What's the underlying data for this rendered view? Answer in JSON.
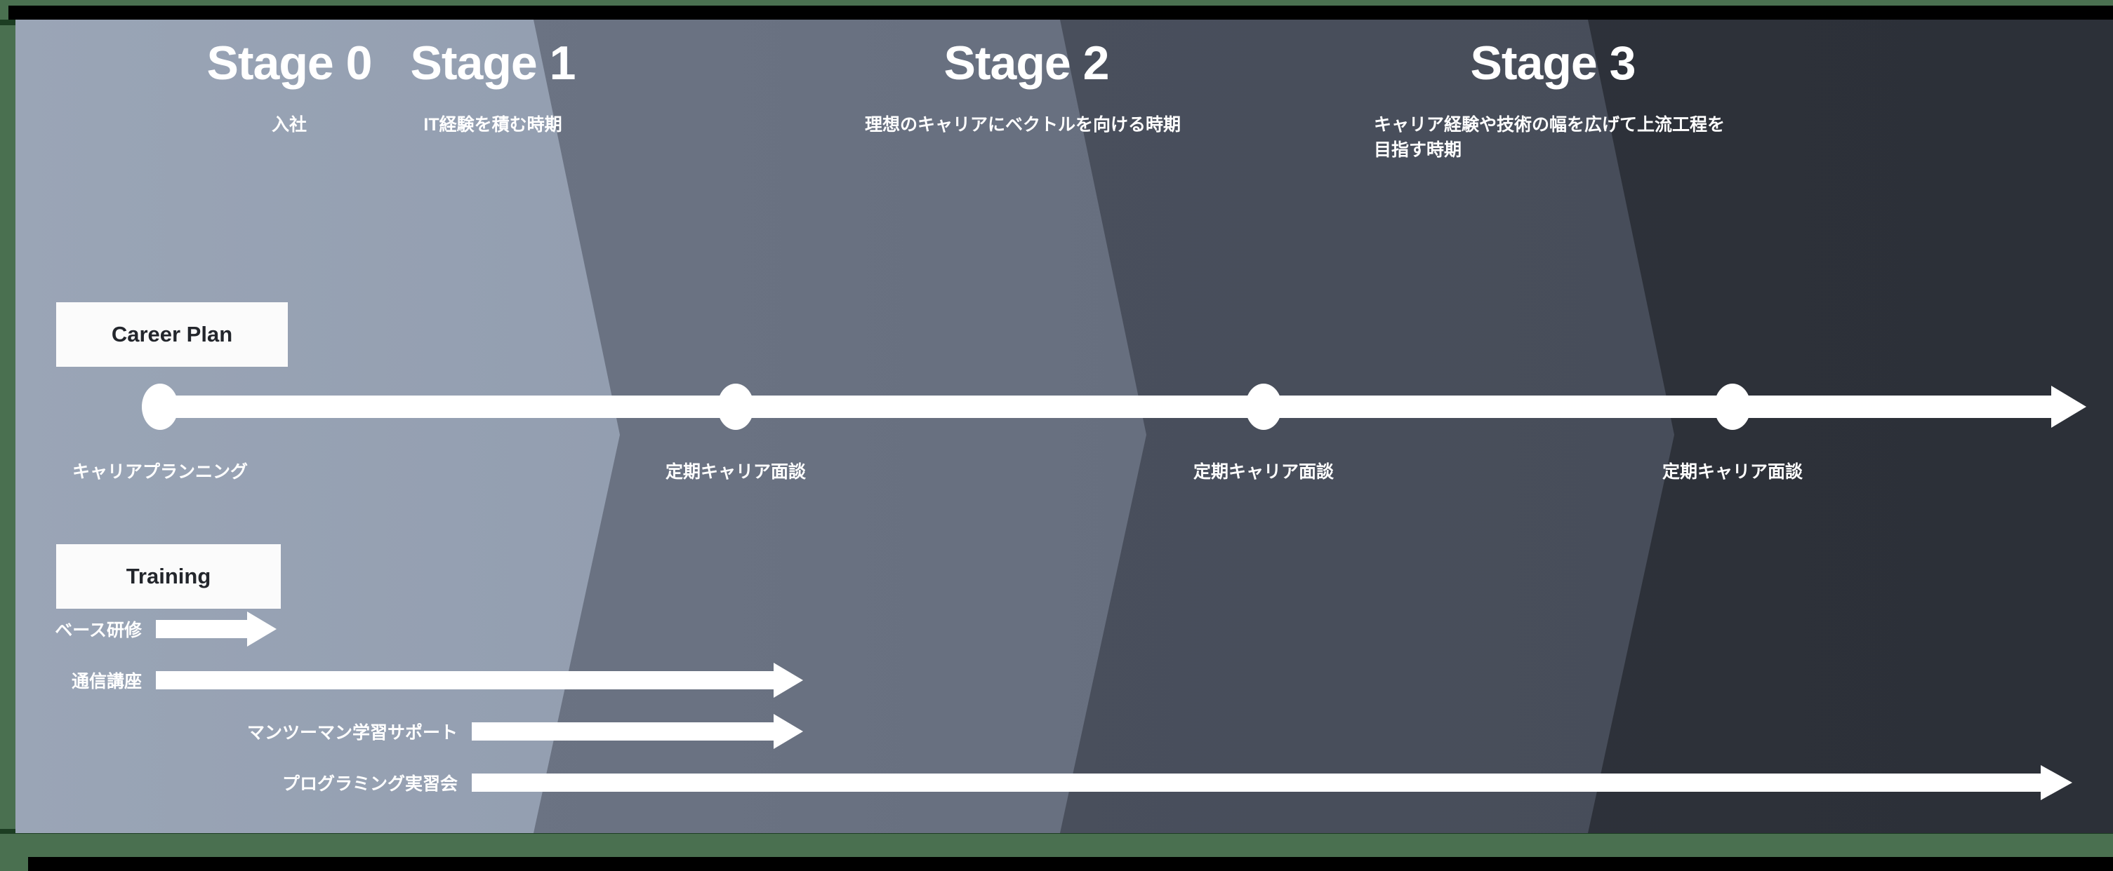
{
  "diagram": {
    "title_note": "Career stage roadmap",
    "colors": {
      "background": "#4a7050",
      "border_band": "#000000",
      "stage0": "#97a2b4",
      "stage1": "#6b7383",
      "stage2": "#4a505d",
      "stage3": "#2e323b",
      "badge_bg": "#fbfbfb",
      "badge_text": "#23262c",
      "line": "#ffffff"
    },
    "stages": [
      {
        "title": "Stage 0",
        "subtitle": "入社"
      },
      {
        "title": "Stage 1",
        "subtitle": "IT経験を積む時期"
      },
      {
        "title": "Stage 2",
        "subtitle": "理想のキャリアにベクトルを向ける時期"
      },
      {
        "title": "Stage 3",
        "subtitle": "キャリア経験や技術の幅を広げて上流工程を目指す時期"
      }
    ],
    "sections": {
      "career_plan": {
        "badge": "Career Plan",
        "milestones": [
          {
            "label": "キャリアプランニング",
            "stage": "Stage 0"
          },
          {
            "label": "定期キャリア面談",
            "stage": "Stage 1"
          },
          {
            "label": "定期キャリア面談",
            "stage": "Stage 2"
          },
          {
            "label": "定期キャリア面談",
            "stage": "Stage 3"
          }
        ]
      },
      "training": {
        "badge": "Training",
        "programs": [
          {
            "label": "ベース研修",
            "start_stage": "Stage 0",
            "end_stage": "Stage 0"
          },
          {
            "label": "通信講座",
            "start_stage": "Stage 0",
            "end_stage": "Stage 2"
          },
          {
            "label": "マンツーマン学習サポート",
            "start_stage": "Stage 1",
            "end_stage": "Stage 2"
          },
          {
            "label": "プログラミング実習会",
            "start_stage": "Stage 1",
            "end_stage": "Stage 3"
          }
        ]
      }
    }
  }
}
